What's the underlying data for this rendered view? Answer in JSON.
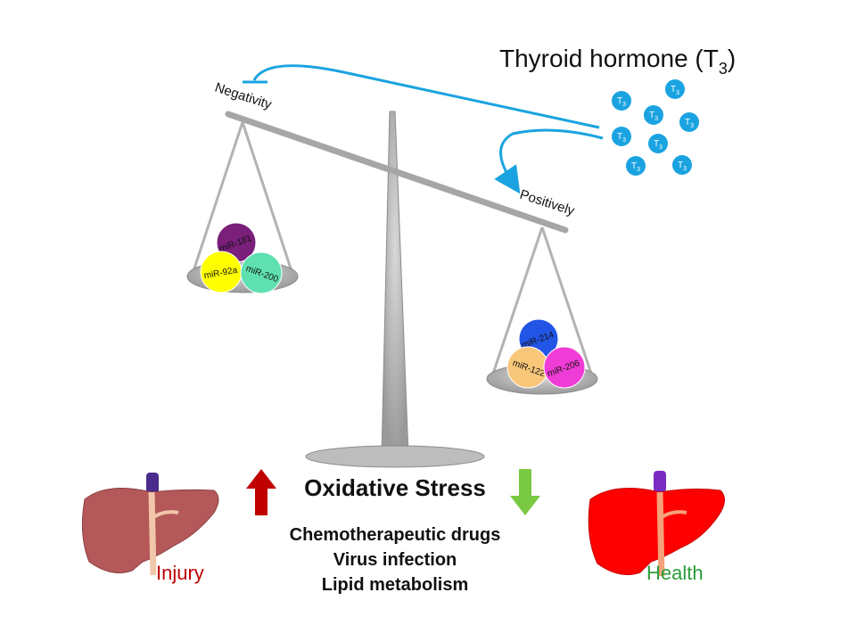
{
  "title": {
    "main": "Thyroid hormone (T",
    "subscript": "3",
    "close": ")"
  },
  "beam": {
    "left_label": "Negativity",
    "right_label": "Positively"
  },
  "t3": {
    "label": "T",
    "subscript": "3",
    "color": "#1aa3e0"
  },
  "left_pan": {
    "mirnas": [
      {
        "label": "miR-181",
        "color": "#7a1f7a"
      },
      {
        "label": "miR-92a",
        "color": "#ffff00"
      },
      {
        "label": "miR-200",
        "color": "#5ee0b0"
      }
    ]
  },
  "right_pan": {
    "mirnas": [
      {
        "label": "miR-214",
        "color": "#2255e6"
      },
      {
        "label": "miR-122",
        "color": "#f8c77a"
      },
      {
        "label": "miR-206",
        "color": "#f03cd6"
      }
    ]
  },
  "oxidative": {
    "title": "Oxidative Stress",
    "items": [
      "Chemotherapeutic drugs",
      "Virus infection",
      "Lipid metabolism"
    ],
    "up_color": "#c00000",
    "down_color": "#7ac943"
  },
  "livers": {
    "left": {
      "label": "Injury",
      "label_color": "#c00000",
      "fill": "#b5585a"
    },
    "right": {
      "label": "Health",
      "label_color": "#2a9d3a",
      "fill": "#ff0000"
    }
  },
  "colors": {
    "arrow": "#1aa3e0",
    "scale": "#b3b3b3",
    "scale_dark": "#8c8c8c"
  }
}
